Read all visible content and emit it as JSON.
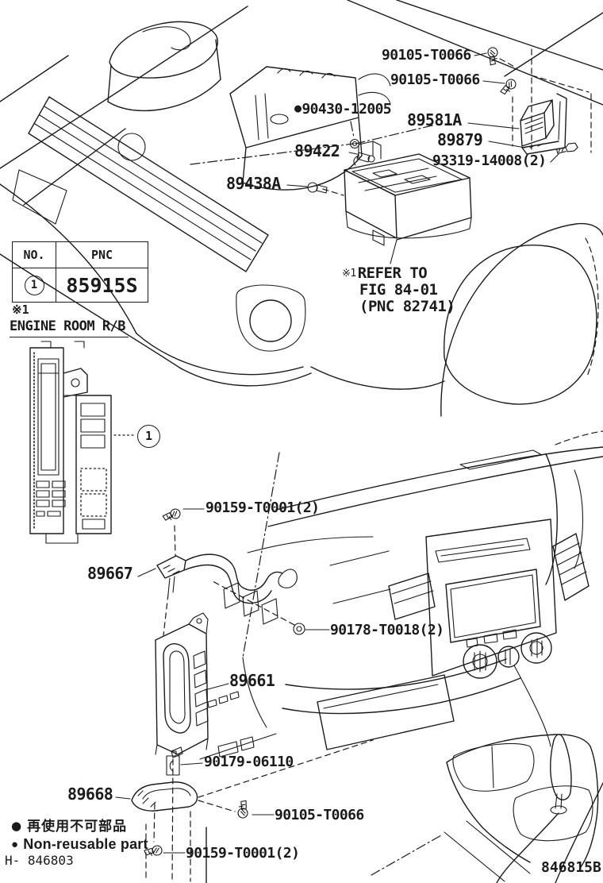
{
  "labels": {
    "p90105_top1": "90105-T0066",
    "p90105_top2": "90105-T0066",
    "p90430": "90430-12005",
    "p89581a": "89581A",
    "p89879": "89879",
    "p93319": "93319-14008(2)",
    "p89422": "89422",
    "p89438a": "89438A",
    "p90159_mid": "90159-T0001(2)",
    "p89667": "89667",
    "p90178": "90178-T0018(2)",
    "p89661": "89661",
    "p90179": "90179-06110",
    "p89668": "89668",
    "p90105_bottom": "90105-T0066",
    "p90159_bottom": "90159-T0001(2)"
  },
  "refer_note": {
    "mark": "※1",
    "line1": "REFER TO",
    "line2": "FIG 84-01",
    "line3": "(PNC 82741)"
  },
  "left_note": {
    "mark": "※1",
    "rb_title": "ENGINE ROOM R/B"
  },
  "table": {
    "col_no": "NO.",
    "col_pnc": "PNC",
    "row_no": "1",
    "row_pnc": "85915S"
  },
  "callout": {
    "number": "1"
  },
  "legend": {
    "dot": "●",
    "jp": "再使用不可部品",
    "en": "Non-reusable part"
  },
  "footer": {
    "left_code": "H- 846803",
    "right_code": "846815B"
  },
  "colors": {
    "ink": "#1b1b1b",
    "paper": "#ffffff"
  }
}
